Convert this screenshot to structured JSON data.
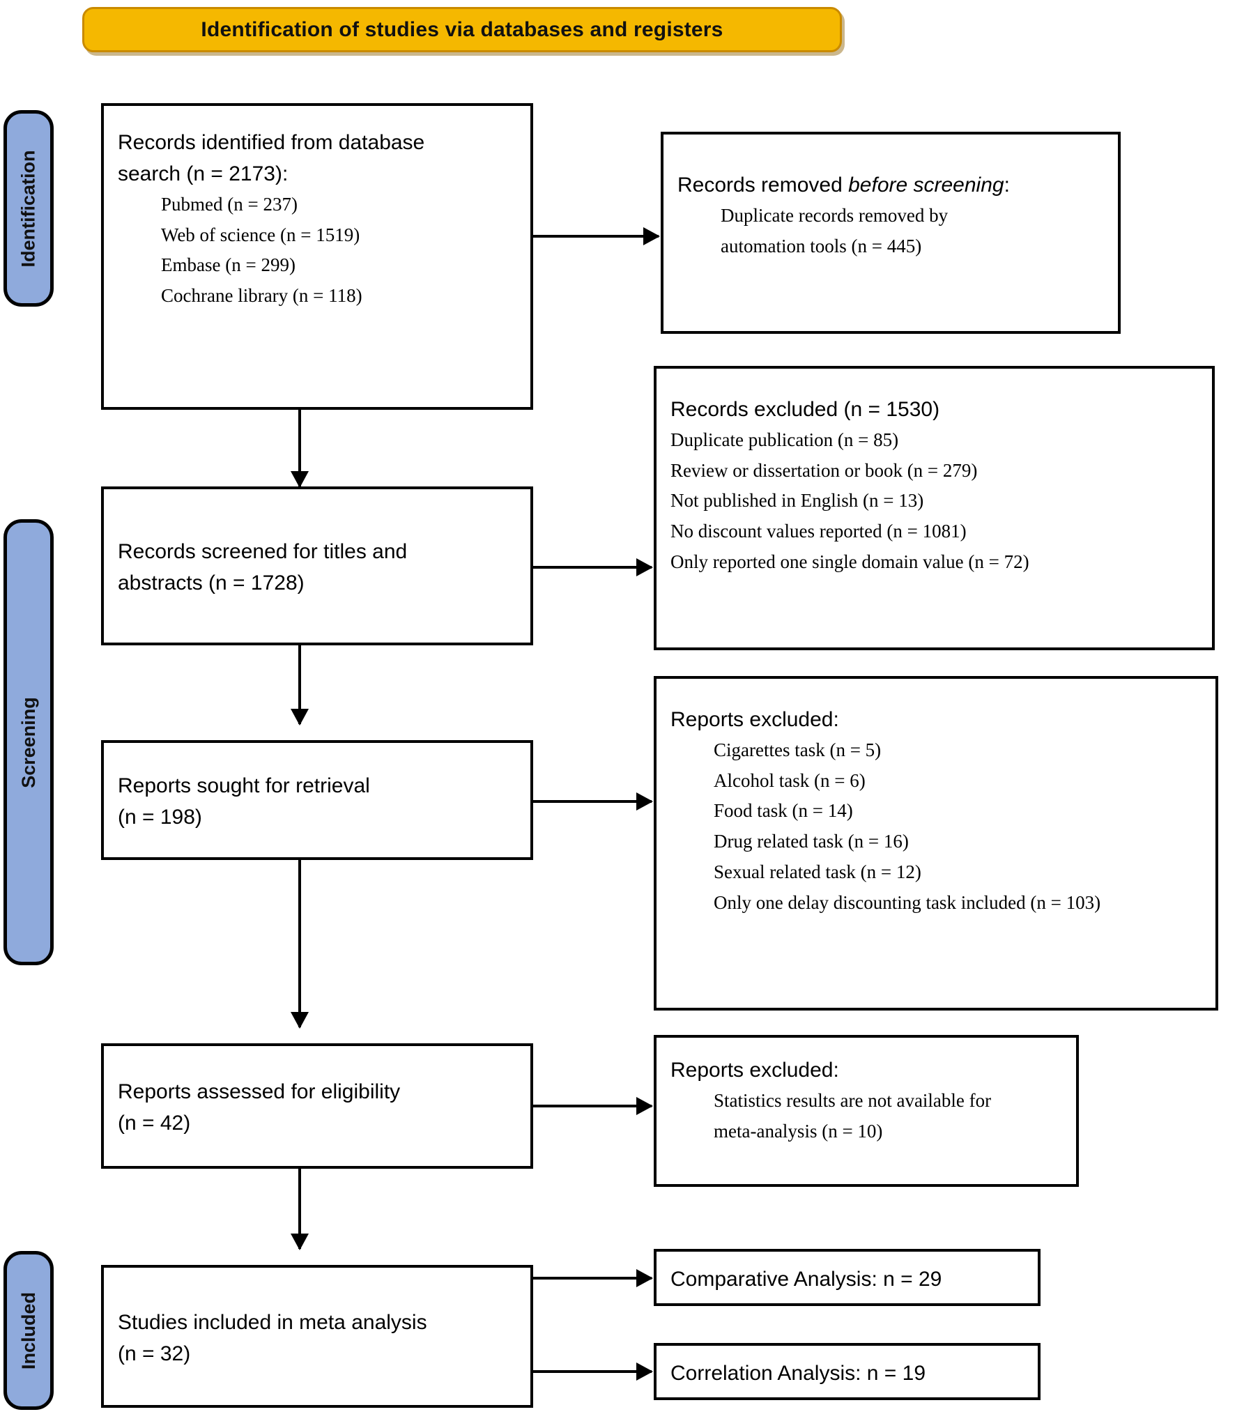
{
  "banner": {
    "title": "Identification of studies via databases and registers"
  },
  "stages": [
    {
      "label": "Identification"
    },
    {
      "label": "Screening"
    },
    {
      "label": "Included"
    }
  ],
  "boxes": {
    "records_identified": {
      "header_line1": "Records identified from database",
      "header_line2": "search (n = 2173):",
      "sources": [
        "Pubmed (n = 237)",
        "Web of science (n = 1519)",
        "Embase (n = 299)",
        "Cochrane library (n = 118)"
      ]
    },
    "records_removed": {
      "header_prefix": "Records removed ",
      "header_italic": "before screening",
      "header_suffix": ":",
      "detail_line1": "Duplicate records removed by",
      "detail_line2": "automation tools (n = 445)"
    },
    "records_screened": {
      "header_line1": "Records screened for titles and",
      "header_line2": "abstracts (n = 1728)"
    },
    "records_excluded": {
      "header": "Records excluded (n = 1530)",
      "reasons": [
        "Duplicate publication (n = 85)",
        "Review or dissertation or book (n = 279)",
        "Not published in English (n = 13)",
        "No discount values reported (n = 1081)",
        "Only reported one single domain value (n = 72)"
      ]
    },
    "reports_sought": {
      "header_line1": "Reports sought for retrieval",
      "header_line2": "(n = 198)"
    },
    "reports_excluded_tasks": {
      "header": "Reports excluded:",
      "reasons": [
        "Cigarettes task (n = 5)",
        "Alcohol task (n = 6)",
        "Food task (n = 14)",
        "Drug related task (n = 16)",
        "Sexual related task (n = 12)",
        "Only one delay discounting task included (n = 103)"
      ]
    },
    "reports_assessed": {
      "header_line1": "Reports assessed for eligibility",
      "header_line2": "(n = 42)"
    },
    "reports_excluded_stats": {
      "header": "Reports excluded:",
      "detail_line1": "Statistics results are not available for",
      "detail_line2": "meta-analysis (n = 10)"
    },
    "studies_included": {
      "header_line1": "Studies included in meta analysis",
      "header_line2": "(n = 32)"
    },
    "comparative_analysis": {
      "header": "Comparative Analysis: n = 29"
    },
    "correlation_analysis": {
      "header": "Correlation Analysis: n = 19"
    }
  },
  "colors": {
    "banner_fill": "#F5B800",
    "banner_border": "#C98A00",
    "stage_fill": "#8FAADC",
    "stroke": "#000000"
  }
}
